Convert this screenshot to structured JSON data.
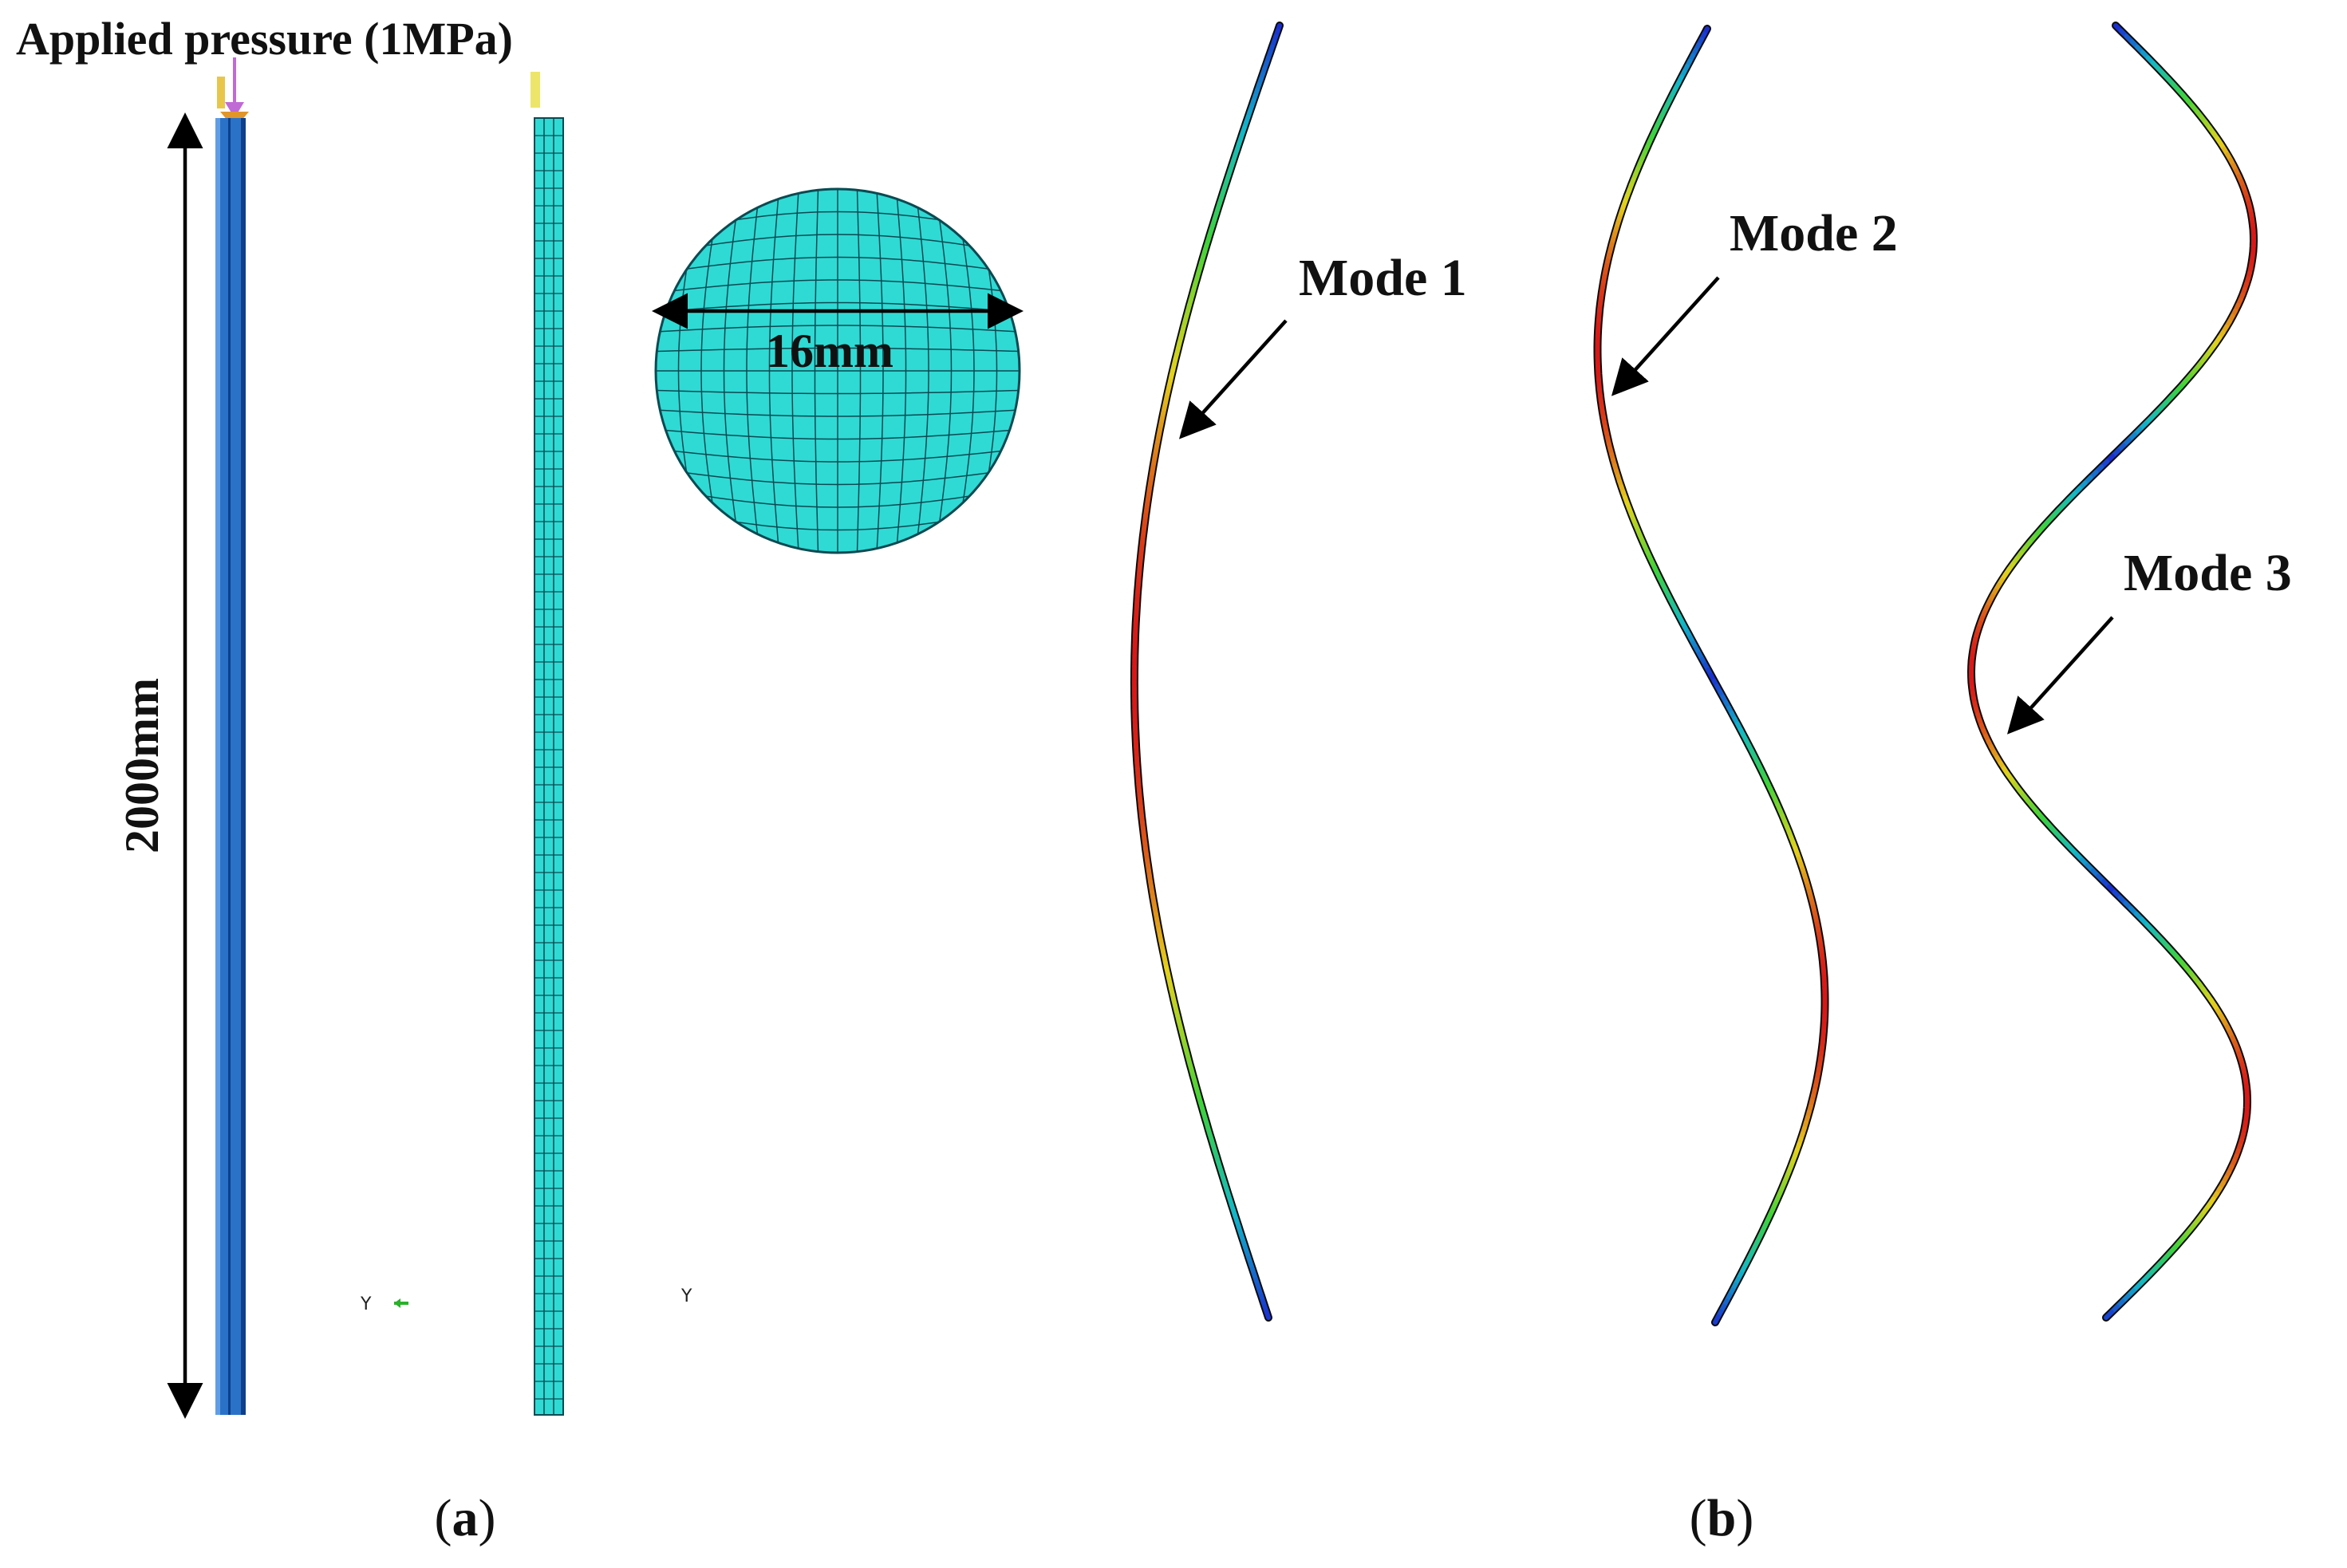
{
  "panel_a": {
    "pressure_label": "Applied pressure (1MPa)",
    "length_label": "2000mm",
    "diameter_label": "16mm",
    "caption_open": "(",
    "caption_letter": "a",
    "caption_close": ")"
  },
  "panel_b": {
    "mode_labels": [
      "Mode 1",
      "Mode 2",
      "Mode 3"
    ],
    "caption_open": "(",
    "caption_letter": "b",
    "caption_close": ")"
  },
  "colors": {
    "rod_solid": "#2a72c8",
    "rod_solid_dark": "#0d3f8a",
    "mesh_fill": "#2fdad4",
    "mesh_line": "#0b4a52",
    "arrow": "#000000",
    "pressure_arrow": "#c06ad6",
    "mode_gradient": [
      "#1a2fd0",
      "#13b7c8",
      "#3fd23a",
      "#e3d21e",
      "#d71818"
    ]
  }
}
